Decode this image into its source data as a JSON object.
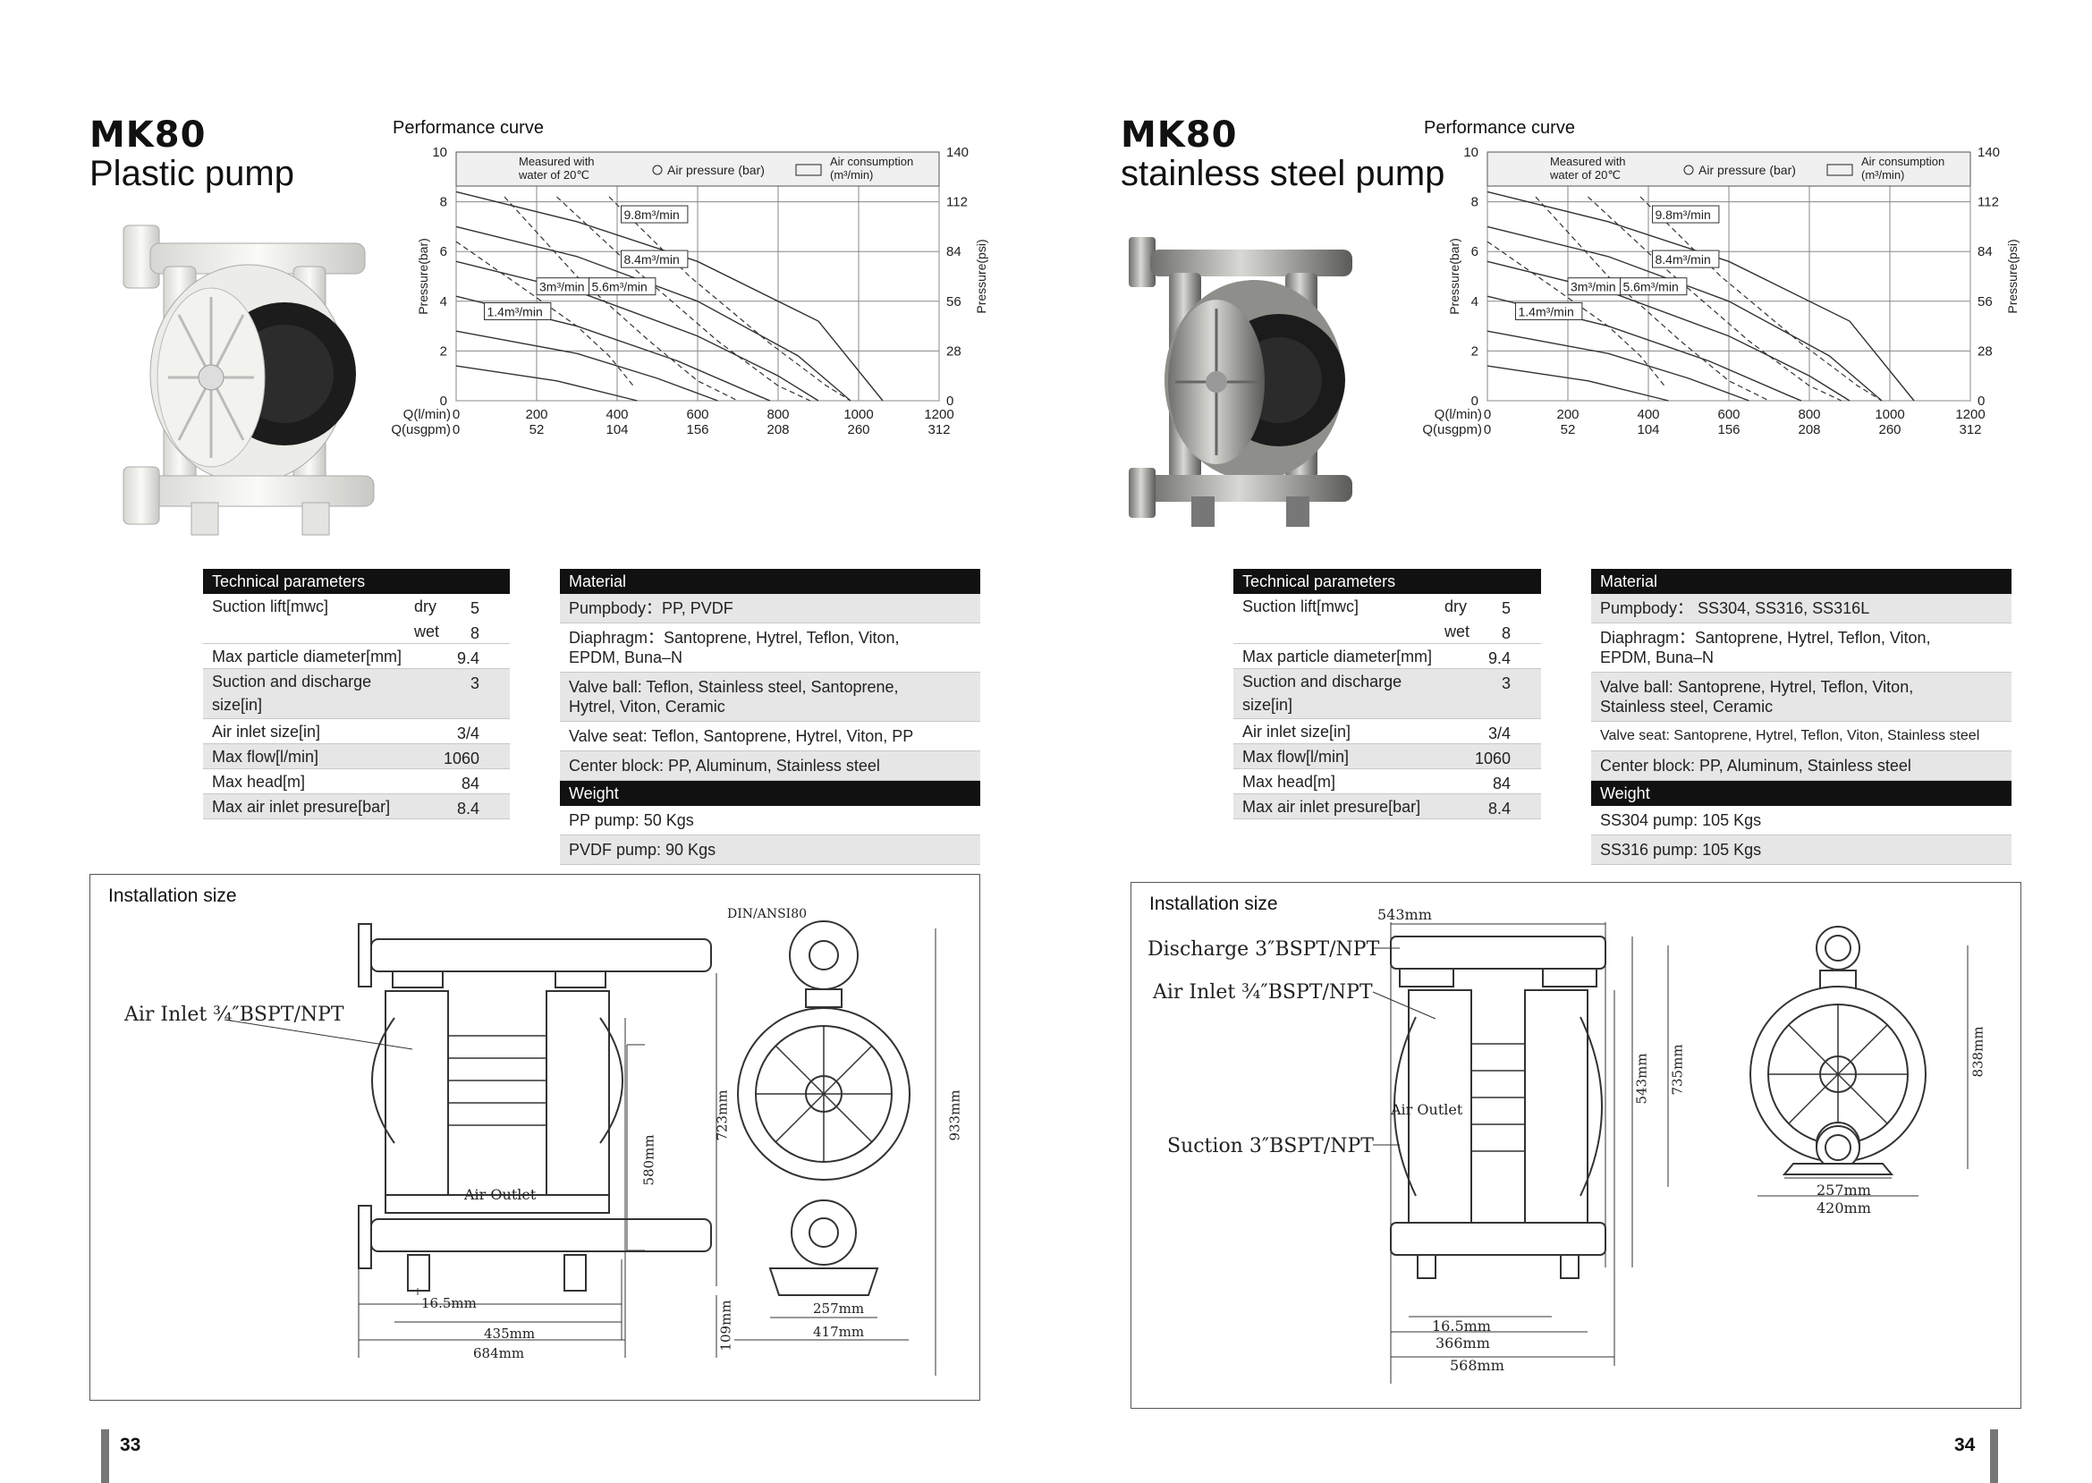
{
  "pages": [
    {
      "model": "MK80",
      "subtitle": "Plastic pump",
      "perf_title": "Performance curve",
      "technical": {
        "header": "Technical parameters",
        "suction_label": "Suction lift[mwc]",
        "dry_label": "dry",
        "dry_value": "5",
        "wet_label": "wet",
        "wet_value": "8",
        "particle_label": "Max particle diameter[mm]",
        "particle_value": "9.4",
        "suction_discharge_label": "Suction and discharge",
        "suction_discharge_label2": "size[in]",
        "suction_discharge_value": "3",
        "air_inlet_label": "Air inlet size[in]",
        "air_inlet_value": "3/4",
        "flow_label": "Max flow[l/min]",
        "flow_value": "1060",
        "head_label": "Max head[m]",
        "head_value": "84",
        "pressure_label": "Max air inlet presure[bar]",
        "pressure_value": "8.4"
      },
      "material": {
        "header": "Material",
        "pumpbody": "Pumpbody：PP, PVDF",
        "diaphragm": "Diaphragm：Santoprene, Hytrel, Teflon, Viton,",
        "diaphragm2": "EPDM, Buna–N",
        "valve_ball": "Valve ball: Teflon, Stainless steel, Santoprene,",
        "valve_ball2": "Hytrel, Viton, Ceramic",
        "valve_seat": "Valve seat: Teflon, Santoprene, Hytrel, Viton, PP",
        "center_block": "Center block: PP, Aluminum, Stainless steel",
        "weight_header": "Weight",
        "weight1": "PP pump: 50 Kgs",
        "weight2": "PVDF pump: 90 Kgs"
      },
      "installation": {
        "title": "Installation size",
        "air_inlet": "Air Inlet ¾″BSPT/NPT",
        "air_outlet": "Air Outlet",
        "flange": "DIN/ANSI80",
        "d1": "16.5mm",
        "d2": "435mm",
        "d3": "684mm",
        "d4": "580mm",
        "d5": "723mm",
        "d6": "933mm",
        "d7": "109mm",
        "d8": "257mm",
        "d9": "417mm"
      },
      "page_number": "33"
    },
    {
      "model": "MK80",
      "subtitle": "stainless steel pump",
      "perf_title": "Performance curve",
      "technical": {
        "header": "Technical parameters",
        "suction_label": "Suction lift[mwc]",
        "dry_label": "dry",
        "dry_value": "5",
        "wet_label": "wet",
        "wet_value": "8",
        "particle_label": "Max particle diameter[mm]",
        "particle_value": "9.4",
        "suction_discharge_label": "Suction and discharge",
        "suction_discharge_label2": "size[in]",
        "suction_discharge_value": "3",
        "air_inlet_label": "Air inlet size[in]",
        "air_inlet_value": "3/4",
        "flow_label": "Max flow[l/min]",
        "flow_value": "1060",
        "head_label": "Max head[m]",
        "head_value": "84",
        "pressure_label": "Max air inlet presure[bar]",
        "pressure_value": "8.4"
      },
      "material": {
        "header": "Material",
        "pumpbody": "Pumpbody： SS304, SS316, SS316L",
        "diaphragm": "Diaphragm：Santoprene, Hytrel, Teflon, Viton,",
        "diaphragm2": "EPDM, Buna–N",
        "valve_ball": "Valve ball: Santoprene, Hytrel, Teflon, Viton,",
        "valve_ball2": "Stainless steel, Ceramic",
        "valve_seat": "Valve seat: Santoprene, Hytrel, Teflon, Viton, Stainless steel",
        "center_block": "Center block:  PP, Aluminum, Stainless steel",
        "weight_header": "Weight",
        "weight1": "SS304 pump: 105 Kgs",
        "weight2": "SS316 pump: 105 Kgs"
      },
      "installation": {
        "title": "Installation size",
        "discharge": "Discharge 3″BSPT/NPT",
        "air_inlet": "Air Inlet ¾″BSPT/NPT",
        "suction": "Suction 3″BSPT/NPT",
        "air_outlet": "Air Outlet",
        "d0": "543mm",
        "d1": "16.5mm",
        "d2": "366mm",
        "d3": "568mm",
        "d4": "543mm",
        "d8": "257mm",
        "d9": "420mm",
        "d10": "735mm",
        "d11": "838mm"
      },
      "page_number": "34"
    }
  ],
  "chart_data": [
    {
      "type": "line",
      "title": "Performance curve",
      "xlabel": "Q(l/min)",
      "xlabel2": "Q(usgpm)",
      "ylabel": "Pressure(bar)",
      "ylabel2": "Pressure(psi)",
      "x_ticks": [
        "0",
        "200",
        "400",
        "600",
        "800",
        "1000",
        "1200"
      ],
      "x2_ticks": [
        "0",
        "52",
        "104",
        "156",
        "208",
        "260",
        "312"
      ],
      "y_ticks": [
        "0",
        "2",
        "4",
        "6",
        "8",
        "10"
      ],
      "y2_ticks": [
        "0",
        "28",
        "56",
        "84",
        "112",
        "140"
      ],
      "xlim": [
        0,
        1200
      ],
      "ylim": [
        0,
        10
      ],
      "legend": {
        "water": "Measured with",
        "water2": "water of 20℃",
        "air_pressure": "Air pressure (bar)",
        "air_consumption": "Air consumption",
        "air_consumption2": "(m³/min)"
      },
      "air_consumption_labels": [
        "9.8m³/min",
        "8.4m³/min",
        "3m³/min",
        "5.6m³/min",
        "1.4m³/min"
      ],
      "series_solid": [
        [
          [
            0,
            8.4
          ],
          [
            300,
            7.2
          ],
          [
            600,
            5.6
          ],
          [
            900,
            3.2
          ],
          [
            1060,
            0
          ]
        ],
        [
          [
            0,
            7.0
          ],
          [
            300,
            5.8
          ],
          [
            600,
            4.0
          ],
          [
            850,
            1.8
          ],
          [
            980,
            0
          ]
        ],
        [
          [
            0,
            5.6
          ],
          [
            300,
            4.4
          ],
          [
            600,
            2.6
          ],
          [
            800,
            1.0
          ],
          [
            900,
            0
          ]
        ],
        [
          [
            0,
            4.2
          ],
          [
            300,
            3.0
          ],
          [
            550,
            1.6
          ],
          [
            750,
            0.2
          ],
          [
            780,
            0
          ]
        ],
        [
          [
            0,
            2.8
          ],
          [
            300,
            1.9
          ],
          [
            500,
            0.9
          ],
          [
            650,
            0
          ]
        ],
        [
          [
            0,
            1.4
          ],
          [
            250,
            0.8
          ],
          [
            450,
            0
          ]
        ]
      ],
      "series_dashed": [
        [
          [
            120,
            8.2
          ],
          [
            300,
            5.0
          ],
          [
            480,
            2.4
          ],
          [
            600,
            0.8
          ],
          [
            700,
            0
          ]
        ],
        [
          [
            250,
            8.2
          ],
          [
            450,
            5.2
          ],
          [
            650,
            2.4
          ],
          [
            800,
            0.6
          ],
          [
            880,
            0
          ]
        ],
        [
          [
            380,
            8.2
          ],
          [
            580,
            5.0
          ],
          [
            780,
            2.3
          ],
          [
            920,
            0.6
          ],
          [
            980,
            0
          ]
        ],
        [
          [
            0,
            6.4
          ],
          [
            160,
            4.6
          ],
          [
            300,
            3.0
          ],
          [
            380,
            1.8
          ],
          [
            440,
            0.6
          ]
        ]
      ]
    },
    {
      "type": "line",
      "title": "Performance curve",
      "xlabel": "Q(l/min)",
      "xlabel2": "Q(usgpm)",
      "ylabel": "Pressure(bar)",
      "ylabel2": "Pressure(psi)",
      "x_ticks": [
        "0",
        "200",
        "400",
        "600",
        "800",
        "1000",
        "1200"
      ],
      "x2_ticks": [
        "0",
        "52",
        "104",
        "156",
        "208",
        "260",
        "312"
      ],
      "y_ticks": [
        "0",
        "2",
        "4",
        "6",
        "8",
        "10"
      ],
      "y2_ticks": [
        "0",
        "28",
        "56",
        "84",
        "112",
        "140"
      ],
      "xlim": [
        0,
        1200
      ],
      "ylim": [
        0,
        10
      ],
      "legend": {
        "water": "Measured with",
        "water2": "water of 20℃",
        "air_pressure": "Air pressure (bar)",
        "air_consumption": "Air consumption",
        "air_consumption2": "(m³/min)"
      },
      "air_consumption_labels": [
        "9.8m³/min",
        "8.4m³/min",
        "3m³/min",
        "5.6m³/min",
        "1.4m³/min"
      ],
      "series_solid": [
        [
          [
            0,
            8.4
          ],
          [
            300,
            7.2
          ],
          [
            600,
            5.6
          ],
          [
            900,
            3.2
          ],
          [
            1060,
            0
          ]
        ],
        [
          [
            0,
            7.0
          ],
          [
            300,
            5.8
          ],
          [
            600,
            4.0
          ],
          [
            850,
            1.8
          ],
          [
            980,
            0
          ]
        ],
        [
          [
            0,
            5.6
          ],
          [
            300,
            4.4
          ],
          [
            600,
            2.6
          ],
          [
            800,
            1.0
          ],
          [
            900,
            0
          ]
        ],
        [
          [
            0,
            4.2
          ],
          [
            300,
            3.0
          ],
          [
            550,
            1.6
          ],
          [
            750,
            0.2
          ],
          [
            780,
            0
          ]
        ],
        [
          [
            0,
            2.8
          ],
          [
            300,
            1.9
          ],
          [
            500,
            0.9
          ],
          [
            650,
            0
          ]
        ],
        [
          [
            0,
            1.4
          ],
          [
            250,
            0.8
          ],
          [
            450,
            0
          ]
        ]
      ],
      "series_dashed": [
        [
          [
            120,
            8.2
          ],
          [
            300,
            5.0
          ],
          [
            480,
            2.4
          ],
          [
            600,
            0.8
          ],
          [
            700,
            0
          ]
        ],
        [
          [
            250,
            8.2
          ],
          [
            450,
            5.2
          ],
          [
            650,
            2.4
          ],
          [
            800,
            0.6
          ],
          [
            880,
            0
          ]
        ],
        [
          [
            380,
            8.2
          ],
          [
            580,
            5.0
          ],
          [
            780,
            2.3
          ],
          [
            920,
            0.6
          ],
          [
            980,
            0
          ]
        ],
        [
          [
            0,
            6.4
          ],
          [
            160,
            4.6
          ],
          [
            300,
            3.0
          ],
          [
            380,
            1.8
          ],
          [
            440,
            0.6
          ]
        ]
      ]
    }
  ]
}
